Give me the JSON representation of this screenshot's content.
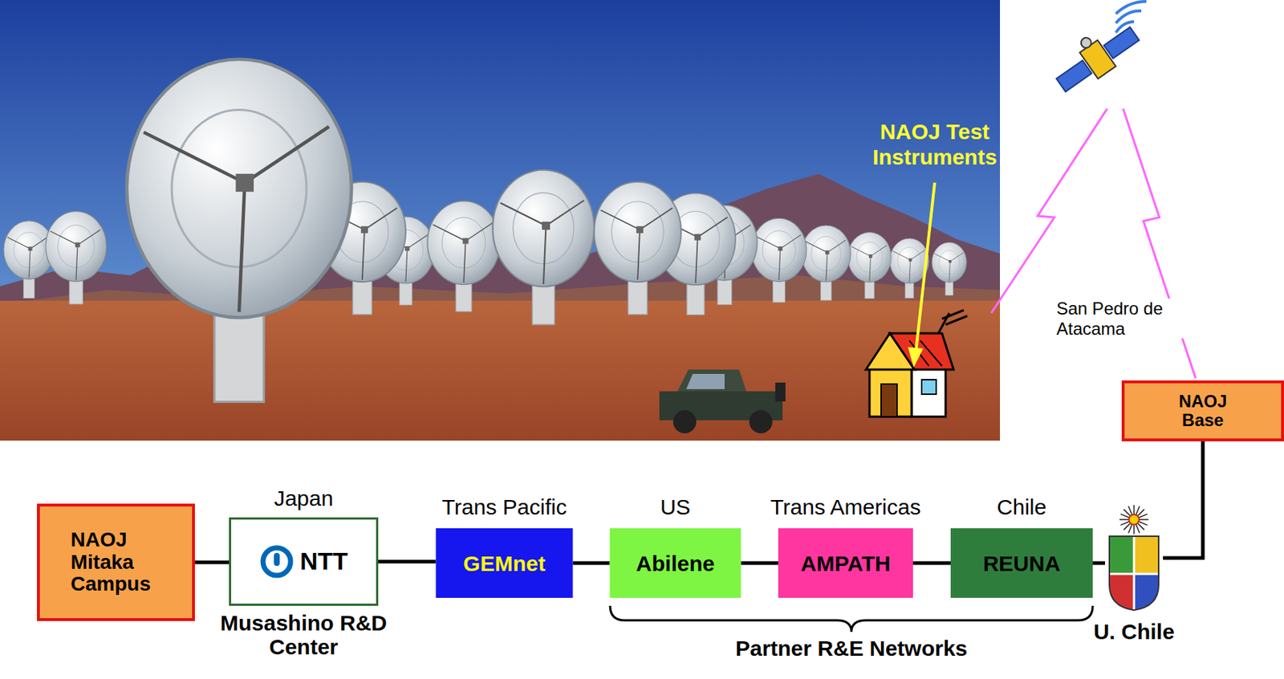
{
  "diagram": {
    "nodes": [
      {
        "text": [
          "NAOJ Mitaka Campus"
        ]
      },
      {
        "text": [
          "Japan",
          "NTT",
          "Musashino R&D Center"
        ]
      },
      {
        "text": [
          "Trans Pacific",
          "GEMnet"
        ]
      },
      {
        "text": [
          "US",
          "Abilene"
        ]
      },
      {
        "text": [
          "Trans Americas",
          "AMPATH"
        ]
      },
      {
        "text": [
          "Chile",
          "REUNA"
        ]
      },
      {
        "text": [
          "U. Chile"
        ]
      },
      {
        "text": [
          "NAOJ Base"
        ]
      }
    ],
    "edges": [
      {
        "from": 0,
        "to": 1,
        "arrow": "none"
      },
      {
        "from": 1,
        "to": 2,
        "arrow": "none"
      },
      {
        "from": 2,
        "to": 3,
        "arrow": "none"
      },
      {
        "from": 3,
        "to": 4,
        "arrow": "none"
      },
      {
        "from": 4,
        "to": 5,
        "arrow": "none"
      },
      {
        "from": 5,
        "to": 6,
        "arrow": "none"
      },
      {
        "from": 6,
        "to": 7,
        "arrow": "none"
      }
    ],
    "labels": [
      "NAOJ Test Instruments",
      "San Pedro de Atacama",
      "Partner R&E Networks"
    ]
  }
}
